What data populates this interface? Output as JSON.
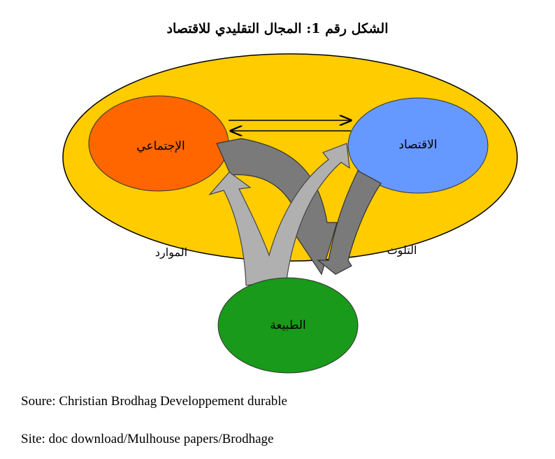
{
  "title": "الشكل رقم 1: المجال التقليدي للاقتصاد",
  "nodes": {
    "social": {
      "label": "الإجتماعي",
      "color": "#FF6600"
    },
    "economy": {
      "label": "الاقتصاد",
      "color": "#6699FF"
    },
    "nature": {
      "label": "الطبيعة",
      "color": "#1A9A1A"
    }
  },
  "outer_region_color": "#FFCC00",
  "flows": {
    "resources": {
      "label": "الموارد",
      "color": "#B0B0B0"
    },
    "pollution": {
      "label": "التلوث",
      "color": "#7A7A7A"
    }
  },
  "source_text": "Soure: Christian Brodhag Developpement durable",
  "site_text": "Site: doc download/Mulhouse papers/Brodhage"
}
